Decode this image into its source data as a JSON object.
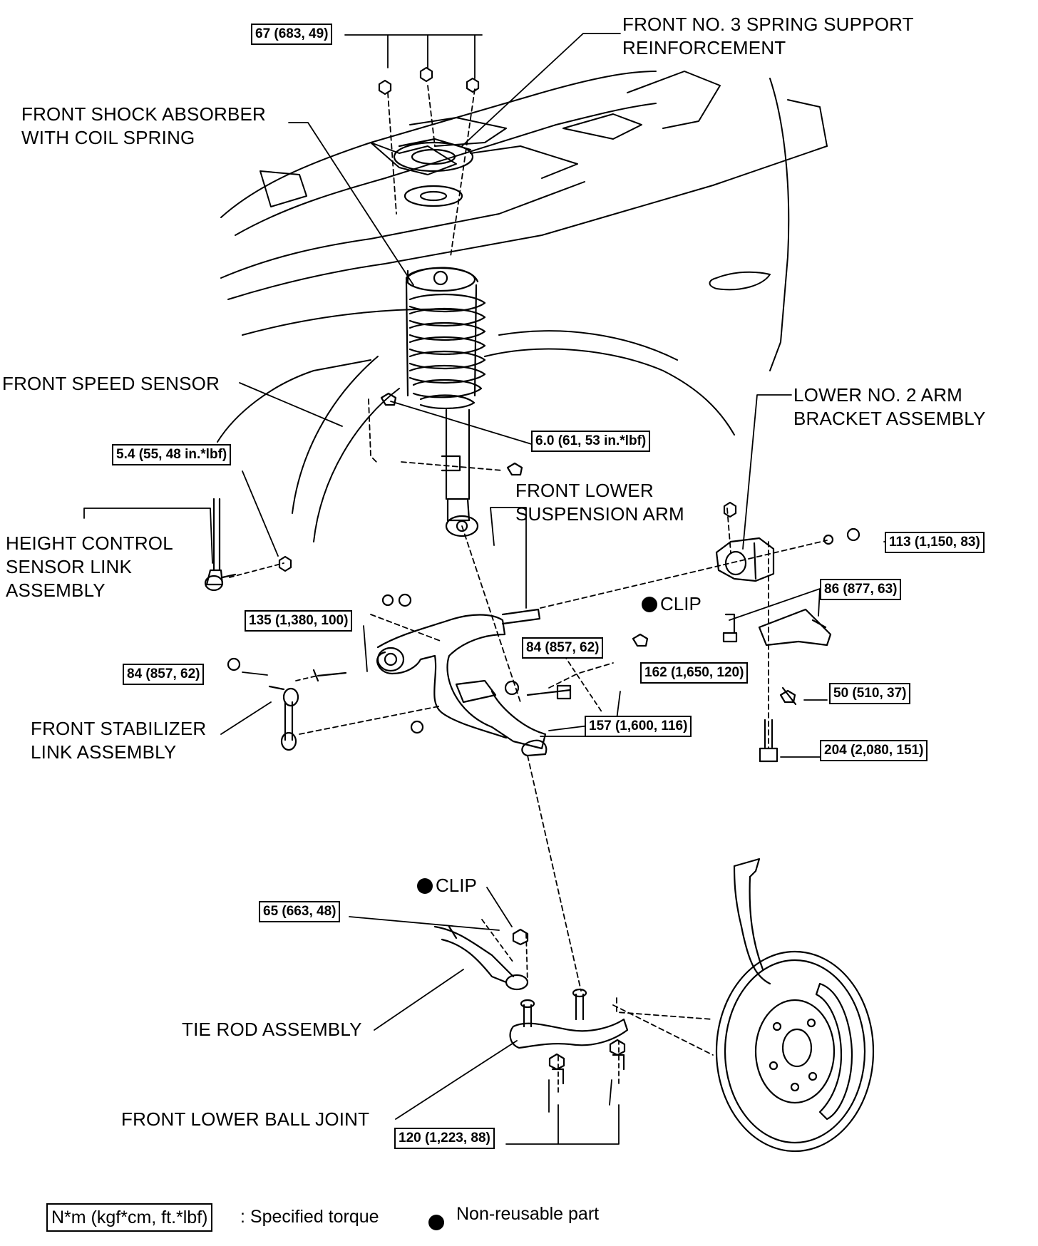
{
  "labels": {
    "spring_support": [
      "FRONT NO. 3 SPRING SUPPORT",
      "REINFORCEMENT"
    ],
    "shock_absorber": [
      "FRONT SHOCK ABSORBER",
      "WITH COIL SPRING"
    ],
    "speed_sensor": "FRONT SPEED SENSOR",
    "lower_no2_arm_bracket": [
      "LOWER NO. 2 ARM",
      "BRACKET ASSEMBLY"
    ],
    "lower_suspension_arm": [
      "FRONT LOWER",
      "SUSPENSION  ARM"
    ],
    "height_control_link": [
      "HEIGHT CONTROL",
      "SENSOR LINK",
      "ASSEMBLY"
    ],
    "stabilizer_link": [
      "FRONT STABILIZER",
      "LINK ASSEMBLY"
    ],
    "tie_rod": "TIE ROD ASSEMBLY",
    "lower_ball_joint": "FRONT LOWER BALL JOINT",
    "clip_upper": "CLIP",
    "clip_lower": "CLIP"
  },
  "torques": {
    "t67": "67 (683, 49)",
    "t6_0": "6.0 (61, 53 in.*lbf)",
    "t5_4": "5.4 (55, 48 in.*lbf)",
    "t113": "113 (1,150, 83)",
    "t86": "86 (877, 63)",
    "t135": "135 (1,380, 100)",
    "t84_arm": "84 (857, 62)",
    "t84_link": "84 (857, 62)",
    "t162": "162 (1,650, 120)",
    "t50": "50 (510, 37)",
    "t157": "157 (1,600, 116)",
    "t204": "204 (2,080, 151)",
    "t65": "65 (663, 48)",
    "t120": "120 (1,223, 88)"
  },
  "legend": {
    "torque_unit": "N*m (kgf*cm, ft.*lbf)",
    "torque_desc": ": Specified torque",
    "nonreusable_desc": "Non-reusable part"
  }
}
